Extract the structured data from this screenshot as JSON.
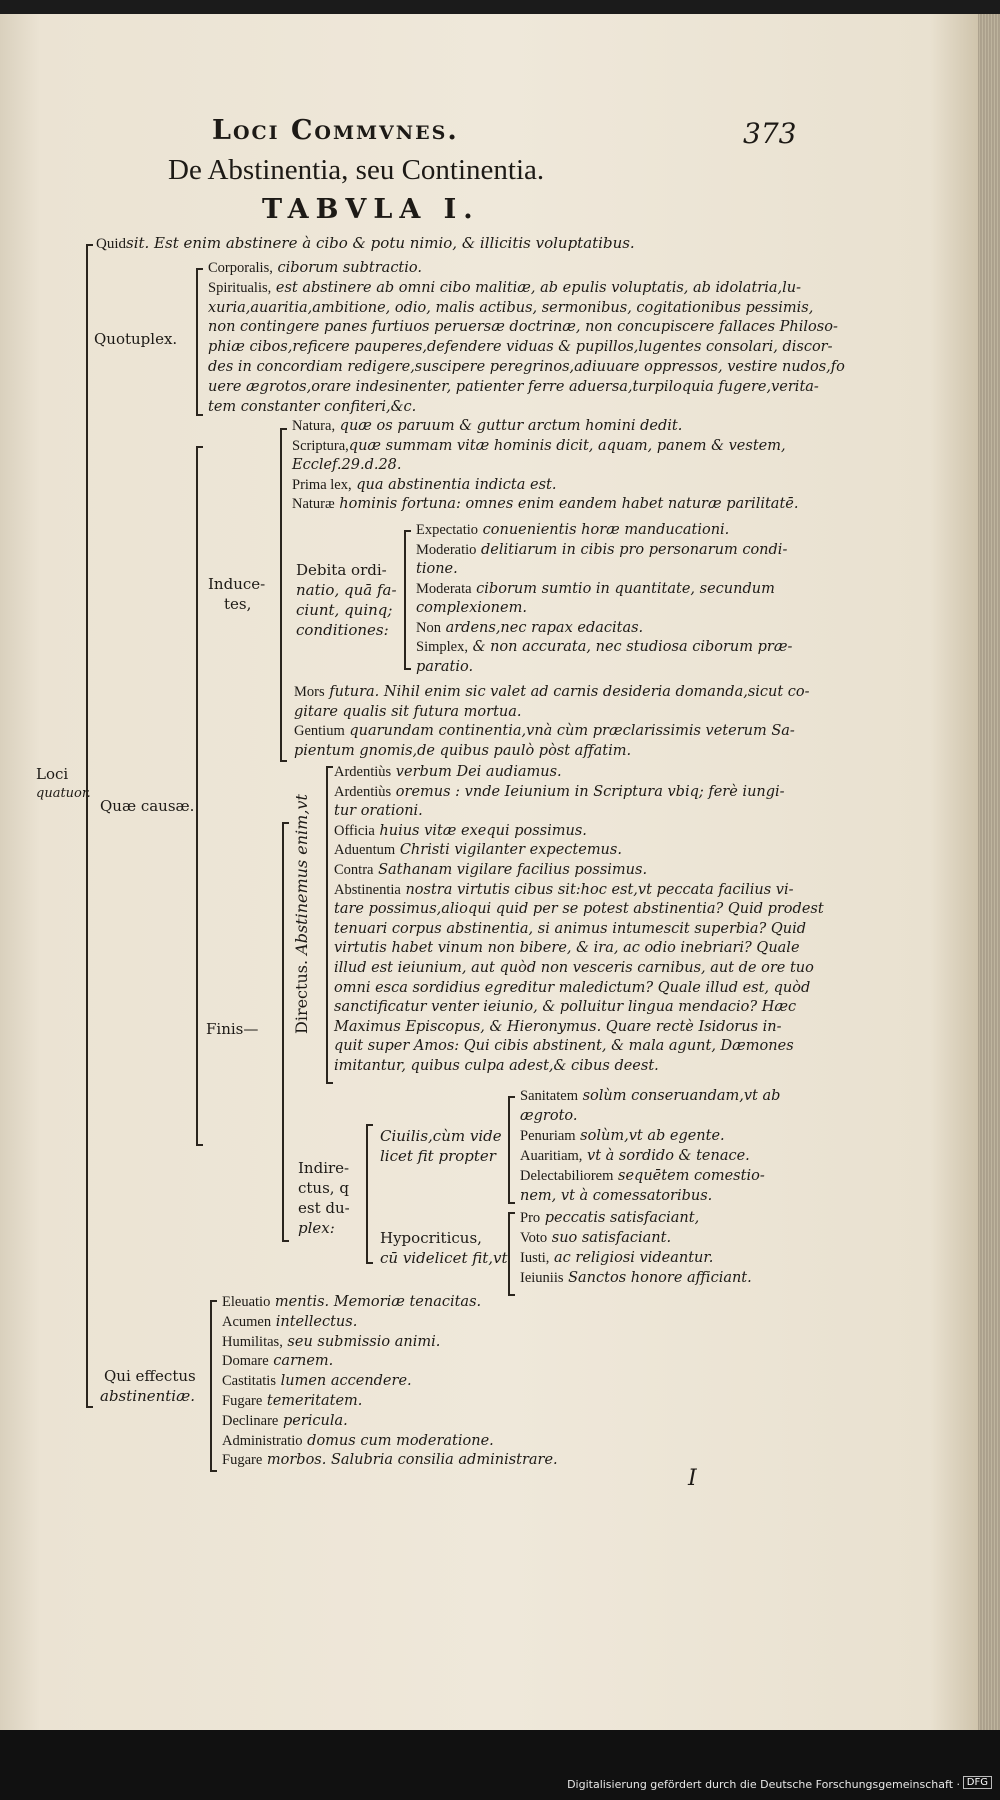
{
  "header": {
    "running_head": "Loci Commvnes.",
    "page_number": "373",
    "title": "De Abstinentia, seu Continentia.",
    "table_heading": "TABVLA I."
  },
  "tree": {
    "quid_sit": {
      "label": "Quid",
      "text": "sit. Est enim abstinere à cibo & potu nimio, & illicitis voluptatibus."
    },
    "loci": {
      "label": "Loci",
      "sub": "quatuor."
    },
    "quotuplex": {
      "label": "Quotuplex.",
      "items": [
        [
          "Corporalis,",
          " ciborum subtractio."
        ],
        [
          "Spiritualis,",
          " est abstinere ab omni cibo malitiæ, ab epulis voluptatis, ab idolatria,lu-"
        ],
        [
          "",
          " xuria,auaritia,ambitione, odio, malis actibus, sermonibus, cogitationibus pessimis,"
        ],
        [
          "",
          " non contingere panes furtiuos peruersæ doctrinæ, non concupiscere fallaces Philoso-"
        ],
        [
          "",
          " phiæ cibos,reficere pauperes,defendere viduas & pupillos,lugentes consolari, discor-"
        ],
        [
          "",
          " des in concordiam redigere,suscipere peregrinos,adiuuare oppressos, vestire nudos,fo"
        ],
        [
          "",
          " uere ægrotos,orare indesinenter, patienter ferre aduersa,turpiloquia fugere,verita-"
        ],
        [
          "",
          " tem constanter confiteri,&c."
        ]
      ]
    },
    "causae": {
      "label": "Quæ causæ.",
      "inducentes": {
        "label": "Induce-",
        "label2": "tes,",
        "items": [
          [
            "Natura,",
            " quæ os paruum & guttur arctum homini dedit."
          ],
          [
            "Scriptura,",
            "quæ summam vitæ hominis dicit, aquam, panem & vestem,"
          ],
          [
            "",
            " Ecclef.29.d.28."
          ],
          [
            "Prima lex,",
            " qua abstinentia indicta est."
          ],
          [
            "Naturæ",
            " hominis fortuna: omnes enim eandem habet naturæ parilitatē."
          ]
        ],
        "debita": {
          "lines": [
            "Debita ordi-",
            "natio, quā fa-",
            "ciunt, quinq;",
            "conditiones:"
          ],
          "items": [
            [
              "Expectatio",
              " conuenientis horæ manducationi."
            ],
            [
              "Moderatio",
              " delitiarum in cibis pro personarum condi-"
            ],
            [
              "",
              " tione."
            ],
            [
              "Moderata",
              " ciborum sumtio in quantitate, secundum"
            ],
            [
              "",
              " complexionem."
            ],
            [
              "Non",
              " ardens,nec rapax edacitas."
            ],
            [
              "Simplex,",
              " & non accurata, nec studiosa ciborum præ-"
            ],
            [
              "",
              " paratio."
            ]
          ]
        },
        "after": [
          [
            "Mors",
            " futura. Nihil enim sic valet ad carnis desideria domanda,sicut co-"
          ],
          [
            "",
            " gitare qualis sit futura mortua."
          ],
          [
            "Gentium",
            " quarundam continentia,vnà cùm præclarissimis veterum Sa-"
          ],
          [
            "",
            " pientum gnomis,de quibus paulò pòst affatim."
          ]
        ]
      },
      "finis": {
        "label": "Finis—",
        "directus": {
          "label": "Directus.",
          "sub": "Abstinemus enim,vt",
          "items": [
            [
              "Ardentiùs",
              " verbum Dei audiamus."
            ],
            [
              "Ardentiùs",
              " oremus : vnde Ieiunium in Scriptura vbiq; ferè iungi-"
            ],
            [
              "",
              " tur orationi."
            ],
            [
              "Officia",
              " huius vitæ exequi possimus."
            ],
            [
              "Aduentum",
              " Christi vigilanter expectemus."
            ],
            [
              "Contra",
              " Sathanam vigilare facilius possimus."
            ],
            [
              "Abstinentia",
              " nostra virtutis cibus sit:hoc est,vt peccata facilius vi-"
            ],
            [
              "",
              " tare possimus,alioqui quid per se potest abstinentia? Quid prodest"
            ],
            [
              "",
              " tenuari corpus abstinentia, si animus intumescit superbia? Quid"
            ],
            [
              "",
              " virtutis habet vinum non bibere, & ira, ac odio inebriari? Quale"
            ],
            [
              "",
              " illud est ieiunium, aut quòd non vesceris carnibus, aut de ore tuo"
            ],
            [
              "",
              " omni esca sordidius egreditur maledictum? Quale illud est, quòd"
            ],
            [
              "",
              " sanctificatur venter ieiunio, & polluitur lingua mendacio? Hæc"
            ],
            [
              "",
              " Maximus Episcopus, & Hieronymus. Quare rectè Isidorus in-"
            ],
            [
              "",
              " quit super Amos: Qui cibis abstinent, & mala agunt, Dæmones"
            ],
            [
              "",
              " imitantur, quibus culpa adest,& cibus deest."
            ]
          ]
        },
        "indirectus": {
          "lines": [
            "Indire-",
            "ctus, q",
            "est du-",
            "plex:"
          ],
          "ciuilis": {
            "lines": [
              "Ciuilis,cùm vide",
              "licet fit propter"
            ],
            "items": [
              [
                "Sanitatem",
                " solùm conseruandam,vt ab"
              ],
              [
                "",
                " ægroto."
              ],
              [
                "Penuriam",
                " solùm,vt ab egente."
              ],
              [
                "Auaritiam,",
                " vt à sordido & tenace."
              ],
              [
                "Delectabiliorem",
                " sequētem comestio-"
              ],
              [
                "",
                " nem, vt à comessatoribus."
              ]
            ]
          },
          "hypocriticus": {
            "lines": [
              "Hypocriticus,",
              "cū videlicet fit,vt"
            ],
            "items": [
              [
                "Pro",
                " peccatis satisfaciant,"
              ],
              [
                "Voto",
                " suo satisfaciant."
              ],
              [
                "Iusti,",
                " ac religiosi videantur."
              ],
              [
                "Ieiuniis",
                " Sanctos honore afficiant."
              ]
            ]
          }
        }
      }
    },
    "effectus": {
      "label": "Qui effectus",
      "label2": "abstinentiæ.",
      "items": [
        [
          "Eleuatio",
          " mentis.   Memoriæ tenacitas."
        ],
        [
          "Acumen",
          " intellectus."
        ],
        [
          "Humilitas,",
          " seu submissio animi."
        ],
        [
          "Domare",
          " carnem."
        ],
        [
          "Castitatis",
          " lumen accendere."
        ],
        [
          "Fugare",
          " temeritatem."
        ],
        [
          "Declinare",
          " pericula."
        ],
        [
          "Administratio",
          " domus cum moderatione."
        ],
        [
          "Fugare",
          " morbos.   Salubria consilia administrare."
        ]
      ]
    }
  },
  "signature_mark": "I",
  "footer": {
    "text": "Digitalisierung gefördert durch die Deutsche Forschungsgemeinschaft ·",
    "logo": "DFG"
  }
}
